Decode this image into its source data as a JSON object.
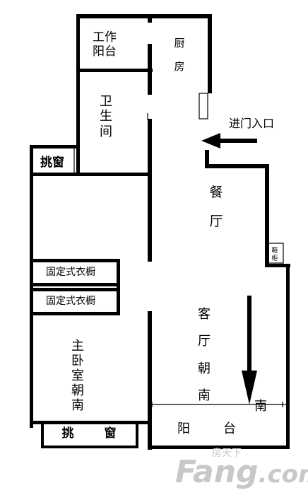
{
  "rooms": {
    "work_balcony": [
      "工作",
      "阳台"
    ],
    "kitchen": [
      "厨",
      "房"
    ],
    "bathroom": [
      "卫",
      "生",
      "间"
    ],
    "bay_window_top": "挑窗",
    "dining": [
      "餐",
      "厅"
    ],
    "wardrobe_1": "固定式衣橱",
    "wardrobe_2": "固定式衣橱",
    "master_bedroom": [
      "主",
      "卧",
      "室",
      "朝",
      "南"
    ],
    "bay_window_bottom": [
      "挑",
      "窗"
    ],
    "living_room": [
      "客",
      "厅",
      "朝",
      "南"
    ],
    "south": "南",
    "balcony": [
      "阳",
      "台"
    ],
    "small_cabinet": [
      "鞋",
      "柜"
    ]
  },
  "entrance": {
    "label": "进门入口"
  },
  "watermark": {
    "prefix": "房天下",
    "brand": "Fang",
    "suffix": ".com"
  },
  "colors": {
    "ink": "#000000",
    "watermark": "#c8c8c8"
  }
}
